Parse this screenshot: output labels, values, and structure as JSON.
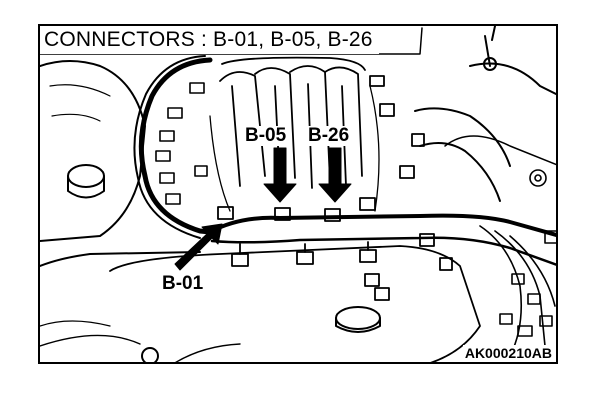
{
  "title": "CONNECTORS : B-01, B-05, B-26",
  "callouts": {
    "b05": "B-05",
    "b26": "B-26",
    "b01": "B-01"
  },
  "reference_code": "AK000210AB",
  "colors": {
    "line": "#000000",
    "background": "#ffffff"
  }
}
